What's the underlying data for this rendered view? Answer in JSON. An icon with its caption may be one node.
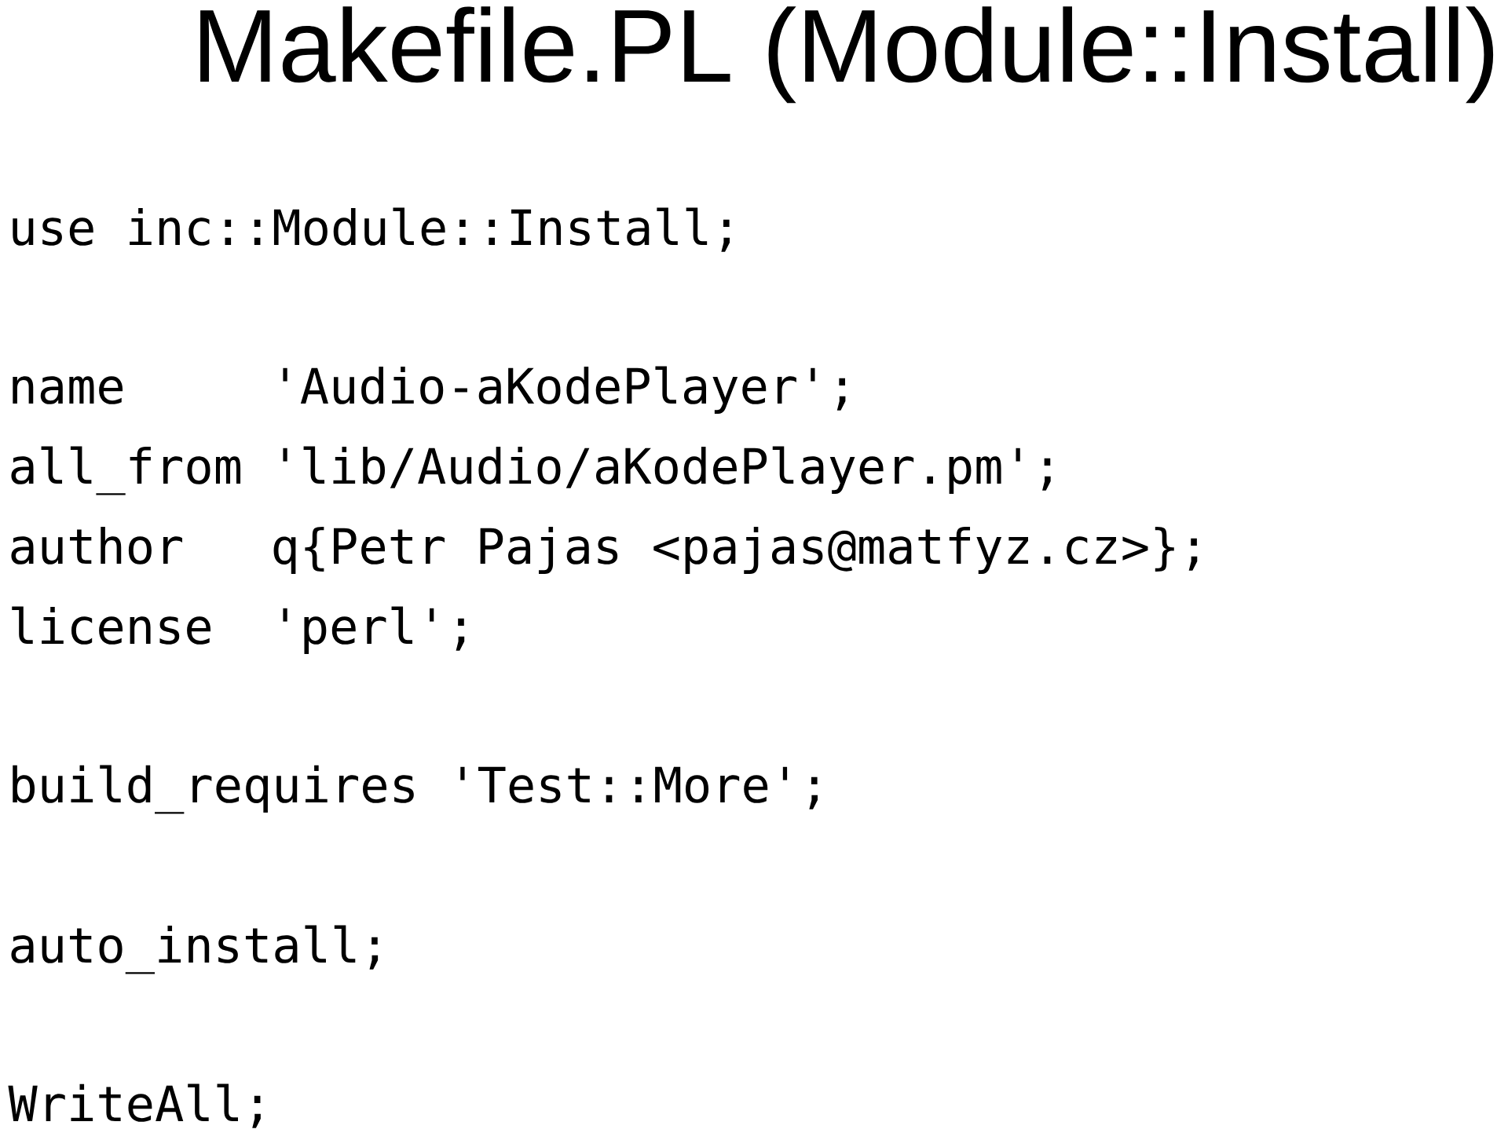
{
  "diagram": {
    "title": "Makefile.PL (Module::Install)",
    "labels": [
      "use inc::Module::Install;",
      "name",
      "'Audio-aKodePlayer';",
      "all_from",
      "'lib/Audio/aKodePlayer.pm';",
      "author",
      "q{Petr Pajas <pajas@matfyz.cz>};",
      "license",
      "'perl';",
      "build_requires 'Test::More';",
      "auto_install;",
      "WriteAll;"
    ]
  }
}
